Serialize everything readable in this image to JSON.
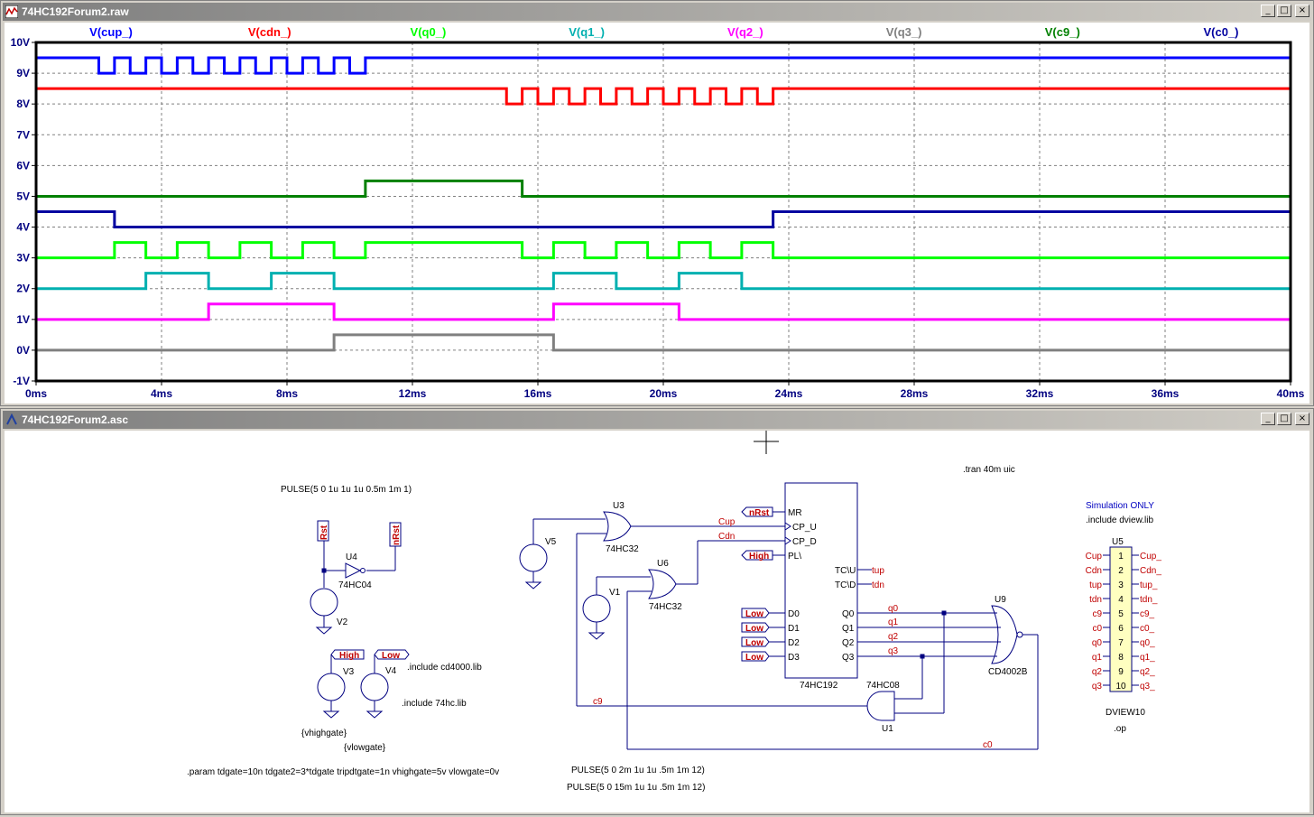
{
  "waveform_window": {
    "title": "74HC192Forum2.raw",
    "buttons": {
      "minimize": "_",
      "maximize": "□",
      "close": "×"
    }
  },
  "schematic_window": {
    "title": "74HC192Forum2.asc",
    "buttons": {
      "minimize": "_",
      "maximize": "□",
      "close": "×"
    }
  },
  "chart_data": {
    "type": "line",
    "x_unit": "ms",
    "y_unit": "V",
    "xlim": [
      0,
      40
    ],
    "ylim": [
      -1,
      10
    ],
    "x_ticks": [
      "0ms",
      "4ms",
      "8ms",
      "12ms",
      "16ms",
      "20ms",
      "24ms",
      "28ms",
      "32ms",
      "36ms",
      "40ms"
    ],
    "y_ticks": [
      "-1V",
      "0V",
      "1V",
      "2V",
      "3V",
      "4V",
      "5V",
      "6V",
      "7V",
      "8V",
      "9V",
      "10V"
    ],
    "grid": true,
    "legend_placement": "top",
    "series": [
      {
        "name": "V(cup_)",
        "color": "#0000ff",
        "base": 9,
        "high": 9.5,
        "x": [
          0,
          2,
          2,
          2.5,
          2.5,
          3,
          3,
          3.5,
          3.5,
          4,
          4,
          4.5,
          4.5,
          5,
          5,
          5.5,
          5.5,
          6,
          6,
          6.5,
          6.5,
          7,
          7,
          7.5,
          7.5,
          8,
          8,
          8.5,
          8.5,
          9,
          9,
          9.5,
          9.5,
          10,
          10,
          10.5,
          10.5,
          40
        ],
        "y": [
          9.5,
          9.5,
          9,
          9,
          9.5,
          9.5,
          9,
          9,
          9.5,
          9.5,
          9,
          9,
          9.5,
          9.5,
          9,
          9,
          9.5,
          9.5,
          9,
          9,
          9.5,
          9.5,
          9,
          9,
          9.5,
          9.5,
          9,
          9,
          9.5,
          9.5,
          9,
          9,
          9.5,
          9.5,
          9,
          9,
          9.5,
          9.5
        ]
      },
      {
        "name": "V(cdn_)",
        "color": "#ff0000",
        "x": [
          0,
          15,
          15,
          15.5,
          15.5,
          16,
          16,
          16.5,
          16.5,
          17,
          17,
          17.5,
          17.5,
          18,
          18,
          18.5,
          18.5,
          19,
          19,
          19.5,
          19.5,
          20,
          20,
          20.5,
          20.5,
          21,
          21,
          21.5,
          21.5,
          22,
          22,
          22.5,
          22.5,
          23,
          23,
          23.5,
          23.5,
          40
        ],
        "y": [
          8.5,
          8.5,
          8,
          8,
          8.5,
          8.5,
          8,
          8,
          8.5,
          8.5,
          8,
          8,
          8.5,
          8.5,
          8,
          8,
          8.5,
          8.5,
          8,
          8,
          8.5,
          8.5,
          8,
          8,
          8.5,
          8.5,
          8,
          8,
          8.5,
          8.5,
          8,
          8,
          8.5,
          8.5,
          8,
          8,
          8.5,
          8.5
        ]
      },
      {
        "name": "V(q0_)",
        "color": "#00ff00",
        "x": [
          0,
          2.5,
          2.5,
          3.5,
          3.5,
          4.5,
          4.5,
          5.5,
          5.5,
          6.5,
          6.5,
          7.5,
          7.5,
          8.5,
          8.5,
          9.5,
          9.5,
          10.5,
          10.5,
          15.5,
          15.5,
          16.5,
          16.5,
          17.5,
          17.5,
          18.5,
          18.5,
          19.5,
          19.5,
          20.5,
          20.5,
          21.5,
          21.5,
          22.5,
          22.5,
          23.5,
          23.5,
          40
        ],
        "y": [
          3,
          3,
          3.5,
          3.5,
          3,
          3,
          3.5,
          3.5,
          3,
          3,
          3.5,
          3.5,
          3,
          3,
          3.5,
          3.5,
          3,
          3,
          3.5,
          3.5,
          3,
          3,
          3.5,
          3.5,
          3,
          3,
          3.5,
          3.5,
          3,
          3,
          3.5,
          3.5,
          3,
          3,
          3.5,
          3.5,
          3,
          3
        ]
      },
      {
        "name": "V(q1_)",
        "color": "#00b0b0",
        "x": [
          0,
          3.5,
          3.5,
          5.5,
          5.5,
          7.5,
          7.5,
          9.5,
          9.5,
          16.5,
          16.5,
          18.5,
          18.5,
          20.5,
          20.5,
          22.5,
          22.5,
          40
        ],
        "y": [
          2,
          2,
          2.5,
          2.5,
          2,
          2,
          2.5,
          2.5,
          2,
          2,
          2.5,
          2.5,
          2,
          2,
          2.5,
          2.5,
          2,
          2
        ]
      },
      {
        "name": "V(q2_)",
        "color": "#ff00ff",
        "x": [
          0,
          5.5,
          5.5,
          9.5,
          9.5,
          16.5,
          16.5,
          20.5,
          20.5,
          40
        ],
        "y": [
          1,
          1,
          1.5,
          1.5,
          1,
          1,
          1.5,
          1.5,
          1,
          1
        ]
      },
      {
        "name": "V(q3_)",
        "color": "#808080",
        "x": [
          0,
          9.5,
          9.5,
          16.5,
          16.5,
          40
        ],
        "y": [
          0,
          0,
          0.5,
          0.5,
          0,
          0
        ]
      },
      {
        "name": "V(c9_)",
        "color": "#008000",
        "x": [
          0,
          10.5,
          10.5,
          15.5,
          15.5,
          40
        ],
        "y": [
          5,
          5,
          5.5,
          5.5,
          5,
          5
        ]
      },
      {
        "name": "V(c0_)",
        "color": "#0000a0",
        "x": [
          0,
          2.5,
          2.5,
          23.5,
          23.5,
          40
        ],
        "y": [
          4.5,
          4.5,
          4,
          4,
          4.5,
          4.5
        ]
      }
    ]
  },
  "schematic": {
    "labels": {
      "pulse_v2": "PULSE(5 0 1u 1u 1u 0.5m 1m 1)",
      "tran": ".tran 40m uic",
      "sim_only": "Simulation ONLY",
      "include_dview": ".include dview.lib",
      "include_cd4000": ".include cd4000.lib",
      "include_74hc": ".include 74hc.lib",
      "vhighgate": "{vhighgate}",
      "vlowgate": "{vlowgate}",
      "param": ".param tdgate=10n tdgate2=3*tdgate tripdtgate=1n vhighgate=5v vlowgate=0v",
      "pulse_v1": "PULSE(5 0 2m 1u 1u .5m 1m 12)",
      "pulse_v5": "PULSE(5 0 15m 1u 1u .5m 1m 12)",
      "op": ".op",
      "dview10": "DVIEW10"
    },
    "parts": {
      "u4": "U4",
      "u4_type": "74HC04",
      "v2": "V2",
      "v3": "V3",
      "v4": "V4",
      "u3": "U3",
      "u3_type": "74HC32",
      "v5": "V5",
      "u6": "U6",
      "u6_type": "74HC32",
      "v1": "V1",
      "u9": "U9",
      "u9_type": "CD4002B",
      "u1": "U1",
      "u1_type": "74HC08",
      "counter_type": "74HC192",
      "u5": "U5"
    },
    "flags": {
      "rst1": "Rst",
      "nrst1": "nRst",
      "high1": "High",
      "low1": "Low",
      "nrst2": "nRst",
      "high2": "High",
      "low": "Low"
    },
    "nets": {
      "cup": "Cup",
      "cdn": "Cdn",
      "tup": "tup",
      "tdn": "tdn",
      "q0": "q0",
      "q1": "q1",
      "q2": "q2",
      "q3": "q3",
      "c9": "c9",
      "c0": "c0"
    },
    "counter_pins": {
      "mr": "MR",
      "cpu": "CP_U",
      "cpd": "CP_D",
      "pl": "PL\\",
      "d0": "D0",
      "d1": "D1",
      "d2": "D2",
      "d3": "D3",
      "tcu": "TC\\U",
      "tcd": "TC\\D",
      "q0": "Q0",
      "q1": "Q1",
      "q2": "Q2",
      "q3": "Q3"
    },
    "dview_rows": [
      {
        "left": "Cup",
        "num": "1",
        "right": "Cup_"
      },
      {
        "left": "Cdn",
        "num": "2",
        "right": "Cdn_"
      },
      {
        "left": "tup",
        "num": "3",
        "right": "tup_"
      },
      {
        "left": "tdn",
        "num": "4",
        "right": "tdn_"
      },
      {
        "left": "c9",
        "num": "5",
        "right": "c9_"
      },
      {
        "left": "c0",
        "num": "6",
        "right": "c0_"
      },
      {
        "left": "q0",
        "num": "7",
        "right": "q0_"
      },
      {
        "left": "q1",
        "num": "8",
        "right": "q1_"
      },
      {
        "left": "q2",
        "num": "9",
        "right": "q2_"
      },
      {
        "left": "q3",
        "num": "10",
        "right": "q3_"
      }
    ]
  }
}
